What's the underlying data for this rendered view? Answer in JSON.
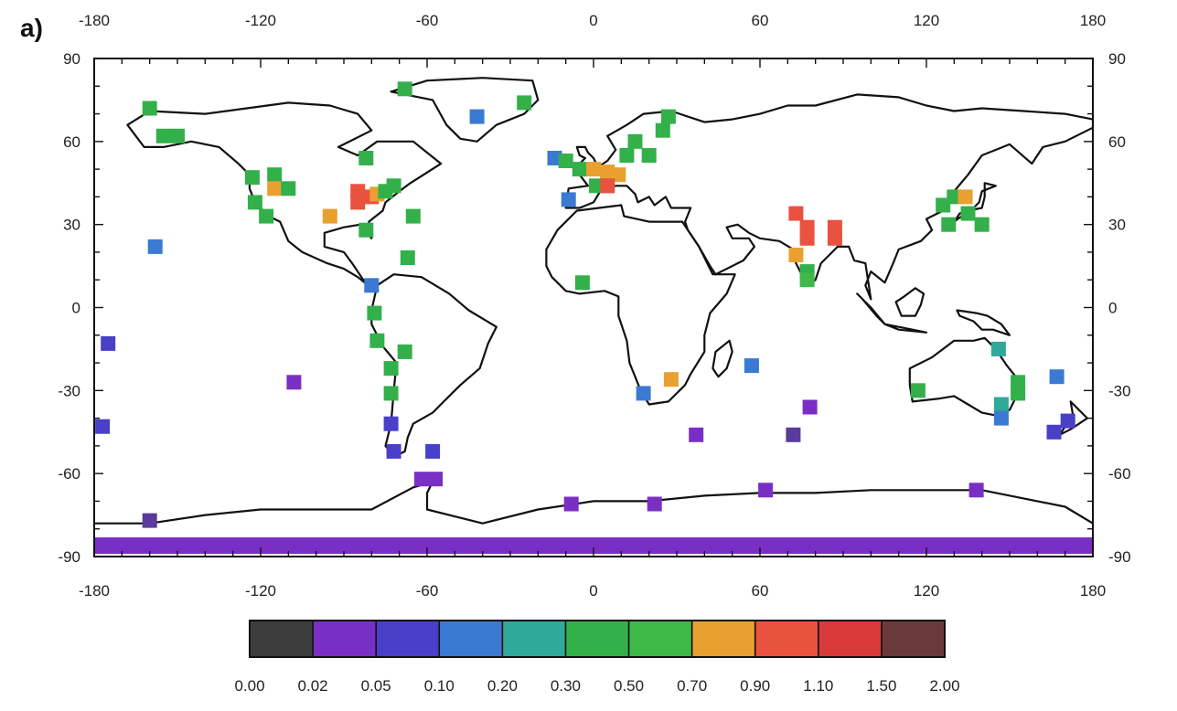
{
  "panel_label": "a)",
  "color_scale": {
    "boundaries": [
      "0.00",
      "0.02",
      "0.05",
      "0.10",
      "0.20",
      "0.30",
      "0.50",
      "0.70",
      "0.90",
      "1.10",
      "1.50",
      "2.00"
    ],
    "colors": [
      "#3c3c3c",
      "#7a2fc4",
      "#4a3fc8",
      "#3a7ad2",
      "#2fa99a",
      "#33b04a",
      "#3fb84a",
      "#e8a030",
      "#ea5240",
      "#d83a3a",
      "#6a3a3a"
    ]
  },
  "map": {
    "lon_ticks": [
      "-180",
      "-120",
      "-60",
      "0",
      "60",
      "120",
      "180"
    ],
    "lat_ticks": [
      "90",
      "60",
      "30",
      "0",
      "-30",
      "-60",
      "-90"
    ],
    "lon_range": [
      -180,
      180
    ],
    "lat_range": [
      -90,
      90
    ],
    "bottom_band_color": "#7a2fc4"
  },
  "stations": [
    {
      "lon": -160,
      "lat": 72,
      "color": "#33b04a"
    },
    {
      "lon": -155,
      "lat": 62,
      "color": "#33b04a"
    },
    {
      "lon": -150,
      "lat": 62,
      "color": "#33b04a"
    },
    {
      "lon": -158,
      "lat": 22,
      "color": "#3a7ad2"
    },
    {
      "lon": -175,
      "lat": -13,
      "color": "#4a3fc8"
    },
    {
      "lon": -177,
      "lat": -43,
      "color": "#4a3fc8"
    },
    {
      "lon": -108,
      "lat": -27,
      "color": "#7a2fc4"
    },
    {
      "lon": -160,
      "lat": -77,
      "color": "#5a3a9a"
    },
    {
      "lon": -123,
      "lat": 47,
      "color": "#33b04a"
    },
    {
      "lon": -115,
      "lat": 48,
      "color": "#33b04a"
    },
    {
      "lon": -115,
      "lat": 43,
      "color": "#e8a030"
    },
    {
      "lon": -110,
      "lat": 43,
      "color": "#33b04a"
    },
    {
      "lon": -122,
      "lat": 38,
      "color": "#33b04a"
    },
    {
      "lon": -118,
      "lat": 33,
      "color": "#33b04a"
    },
    {
      "lon": -85,
      "lat": 42,
      "color": "#ea5240"
    },
    {
      "lon": -85,
      "lat": 38,
      "color": "#ea5240"
    },
    {
      "lon": -80,
      "lat": 40,
      "color": "#ea5240"
    },
    {
      "lon": -78,
      "lat": 41,
      "color": "#e8a030"
    },
    {
      "lon": -75,
      "lat": 42,
      "color": "#33b04a"
    },
    {
      "lon": -72,
      "lat": 44,
      "color": "#33b04a"
    },
    {
      "lon": -95,
      "lat": 33,
      "color": "#e8a030"
    },
    {
      "lon": -82,
      "lat": 28,
      "color": "#33b04a"
    },
    {
      "lon": -82,
      "lat": 54,
      "color": "#33b04a"
    },
    {
      "lon": -68,
      "lat": 79,
      "color": "#33b04a"
    },
    {
      "lon": -42,
      "lat": 69,
      "color": "#3a7ad2"
    },
    {
      "lon": -25,
      "lat": 74,
      "color": "#33b04a"
    },
    {
      "lon": -65,
      "lat": 33,
      "color": "#33b04a"
    },
    {
      "lon": -67,
      "lat": 18,
      "color": "#33b04a"
    },
    {
      "lon": -80,
      "lat": 8,
      "color": "#3a7ad2"
    },
    {
      "lon": -79,
      "lat": -2,
      "color": "#33b04a"
    },
    {
      "lon": -78,
      "lat": -12,
      "color": "#33b04a"
    },
    {
      "lon": -68,
      "lat": -16,
      "color": "#33b04a"
    },
    {
      "lon": -73,
      "lat": -22,
      "color": "#33b04a"
    },
    {
      "lon": -73,
      "lat": -31,
      "color": "#33b04a"
    },
    {
      "lon": -73,
      "lat": -42,
      "color": "#4a3fc8"
    },
    {
      "lon": -72,
      "lat": -52,
      "color": "#4a3fc8"
    },
    {
      "lon": -58,
      "lat": -52,
      "color": "#4a3fc8"
    },
    {
      "lon": -62,
      "lat": -62,
      "color": "#7a2fc4"
    },
    {
      "lon": -57,
      "lat": -62,
      "color": "#7a2fc4"
    },
    {
      "lon": -8,
      "lat": -71,
      "color": "#7a2fc4"
    },
    {
      "lon": 22,
      "lat": -71,
      "color": "#7a2fc4"
    },
    {
      "lon": 62,
      "lat": -66,
      "color": "#7a2fc4"
    },
    {
      "lon": 138,
      "lat": -66,
      "color": "#7a2fc4"
    },
    {
      "lon": -14,
      "lat": 54,
      "color": "#3a7ad2"
    },
    {
      "lon": -10,
      "lat": 53,
      "color": "#33b04a"
    },
    {
      "lon": -5,
      "lat": 50,
      "color": "#33b04a"
    },
    {
      "lon": 0,
      "lat": 50,
      "color": "#e8a030"
    },
    {
      "lon": 5,
      "lat": 49,
      "color": "#e8a030"
    },
    {
      "lon": 9,
      "lat": 48,
      "color": "#e8a030"
    },
    {
      "lon": 1,
      "lat": 44,
      "color": "#33b04a"
    },
    {
      "lon": 5,
      "lat": 44,
      "color": "#33b04a"
    },
    {
      "lon": 5,
      "lat": 44,
      "color": "#ea5240"
    },
    {
      "lon": -9,
      "lat": 39,
      "color": "#3a7ad2"
    },
    {
      "lon": 12,
      "lat": 55,
      "color": "#33b04a"
    },
    {
      "lon": 15,
      "lat": 60,
      "color": "#33b04a"
    },
    {
      "lon": 20,
      "lat": 55,
      "color": "#33b04a"
    },
    {
      "lon": 25,
      "lat": 64,
      "color": "#33b04a"
    },
    {
      "lon": 27,
      "lat": 69,
      "color": "#33b04a"
    },
    {
      "lon": -4,
      "lat": 9,
      "color": "#33b04a"
    },
    {
      "lon": 18,
      "lat": -31,
      "color": "#3a7ad2"
    },
    {
      "lon": 28,
      "lat": -26,
      "color": "#e8a030"
    },
    {
      "lon": 57,
      "lat": -21,
      "color": "#3a7ad2"
    },
    {
      "lon": 37,
      "lat": -46,
      "color": "#7a2fc4"
    },
    {
      "lon": 72,
      "lat": -46,
      "color": "#5a3a9a"
    },
    {
      "lon": 78,
      "lat": -36,
      "color": "#7a2fc4"
    },
    {
      "lon": 73,
      "lat": 34,
      "color": "#ea5240"
    },
    {
      "lon": 77,
      "lat": 29,
      "color": "#ea5240"
    },
    {
      "lon": 77,
      "lat": 25,
      "color": "#ea5240"
    },
    {
      "lon": 87,
      "lat": 29,
      "color": "#ea5240"
    },
    {
      "lon": 87,
      "lat": 25,
      "color": "#ea5240"
    },
    {
      "lon": 73,
      "lat": 19,
      "color": "#e8a030"
    },
    {
      "lon": 77,
      "lat": 13,
      "color": "#33b04a"
    },
    {
      "lon": 77,
      "lat": 10,
      "color": "#3fb84a"
    },
    {
      "lon": 126,
      "lat": 37,
      "color": "#33b04a"
    },
    {
      "lon": 130,
      "lat": 40,
      "color": "#33b04a"
    },
    {
      "lon": 134,
      "lat": 40,
      "color": "#e8a030"
    },
    {
      "lon": 128,
      "lat": 30,
      "color": "#33b04a"
    },
    {
      "lon": 140,
      "lat": 30,
      "color": "#33b04a"
    },
    {
      "lon": 135,
      "lat": 34,
      "color": "#33b04a"
    },
    {
      "lon": 117,
      "lat": -30,
      "color": "#33b04a"
    },
    {
      "lon": 146,
      "lat": -15,
      "color": "#2fa99a"
    },
    {
      "lon": 153,
      "lat": -27,
      "color": "#33b04a"
    },
    {
      "lon": 153,
      "lat": -31,
      "color": "#33b04a"
    },
    {
      "lon": 147,
      "lat": -35,
      "color": "#2fa99a"
    },
    {
      "lon": 147,
      "lat": -40,
      "color": "#3a7ad2"
    },
    {
      "lon": 167,
      "lat": -25,
      "color": "#3a7ad2"
    },
    {
      "lon": 166,
      "lat": -45,
      "color": "#4a3fc8"
    },
    {
      "lon": 171,
      "lat": -41,
      "color": "#4a3fc8"
    }
  ]
}
